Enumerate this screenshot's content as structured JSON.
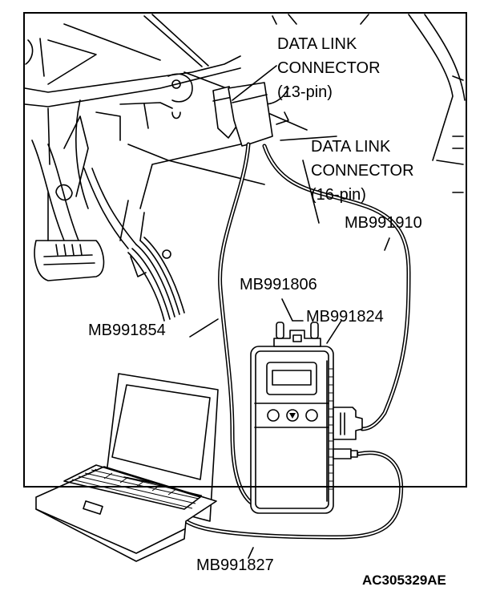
{
  "diagram": {
    "figure_id": "AC305329AE",
    "labels": {
      "dlc13": [
        "DATA LINK",
        "CONNECTOR",
        "(13-pin)"
      ],
      "dlc16": [
        "DATA LINK",
        "CONNECTOR",
        "(16-pin)"
      ],
      "mb991910": "MB991910",
      "mb991806": "MB991806",
      "mb991824": "MB991824",
      "mb991854": "MB991854",
      "mb991827": "MB991827"
    },
    "components": [
      {
        "id": "dlc-13",
        "description": "Data link connector (13-pin)"
      },
      {
        "id": "dlc-16",
        "description": "Data link connector (16-pin)"
      },
      {
        "id": "vci",
        "part": "MB991824",
        "description": "Vehicle communication interface"
      },
      {
        "id": "adapter",
        "part": "MB991806",
        "description": "Adapter plug on VCI top"
      },
      {
        "id": "cable-dlc16",
        "part": "MB991910",
        "description": "Main harness to 16-pin DLC"
      },
      {
        "id": "cable-dlc13",
        "part": "MB991854",
        "description": "Harness to 13-pin DLC"
      },
      {
        "id": "cable-usb",
        "part": "MB991827",
        "description": "USB cable to laptop"
      },
      {
        "id": "laptop",
        "description": "Personal computer"
      }
    ]
  }
}
